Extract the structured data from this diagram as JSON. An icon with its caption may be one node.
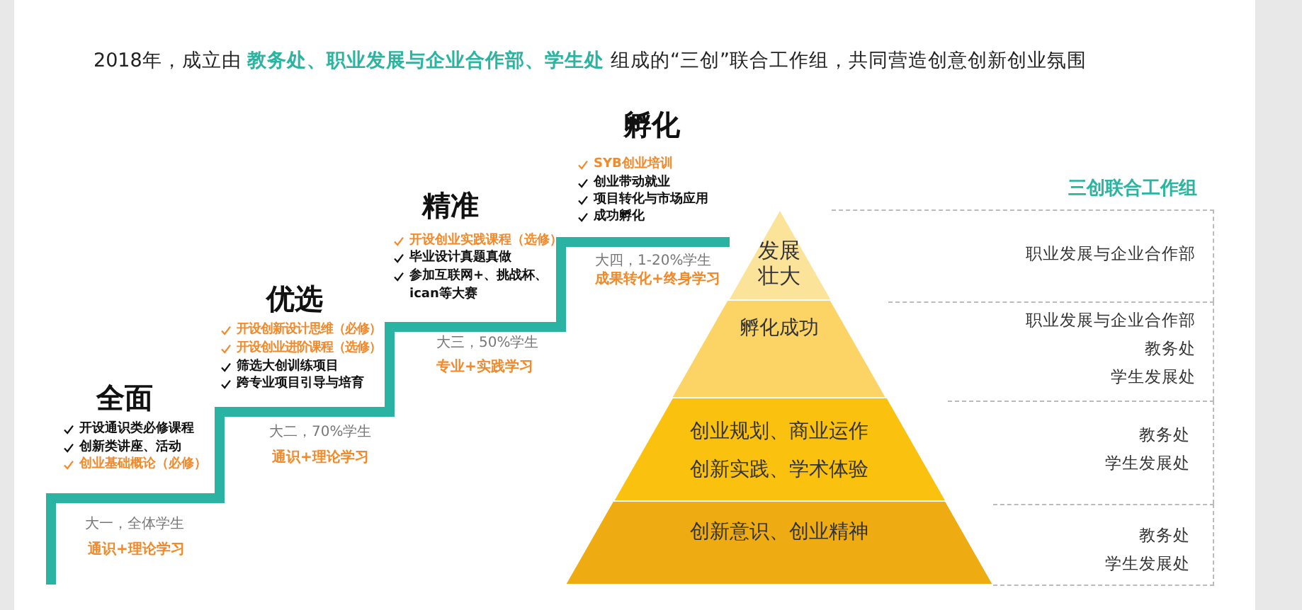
{
  "diagram": {
    "title": "2018年，成立由 **教务处、职业发展与企业合作部、学生处** 组成的“三创”联合工作组，共同营造创意创新创业氛围",
    "nodes": [
      {
        "text": [
          "发展壮大"
        ]
      },
      {
        "text": [
          "孵化成功"
        ]
      },
      {
        "text": [
          "创业规划、商业运作",
          "创新实践、学术体验"
        ]
      },
      {
        "text": [
          "创新意识、创业精神"
        ]
      },
      {
        "text": [
          "三创联合工作组"
        ]
      },
      {
        "text": [
          "职业发展与企业合作部"
        ],
        "in": 4
      },
      {
        "text": [
          "职业发展与企业合作部",
          "教务处",
          "学生发展处"
        ],
        "in": 4
      },
      {
        "text": [
          "教务处",
          "学生发展处"
        ],
        "in": 4
      },
      {
        "text": [
          "教务处",
          "学生发展处"
        ],
        "in": 4
      }
    ],
    "labels": [
      "孵化",
      "SYB创业培训",
      "创业带动就业",
      "项目转化与市场应用",
      "成功孵化",
      "精准",
      "开设创业实践课程（选修）",
      "毕业设计真题真做",
      "参加互联网+、挑战杯、ican等大赛",
      "大四，1-20%学生",
      "成果转化+终身学习",
      "优选",
      "开设创新设计思维（必修）",
      "开设创业进阶课程（选修）",
      "筛选大创训练项目",
      "跨专业项目引导与培育",
      "大三，50%学生",
      "专业+实践学习",
      "全面",
      "开设通识类必修课程",
      "创新类讲座、活动",
      "创业基础概论（必修）",
      "大二，70%学生",
      "通识+理论学习",
      "大一，全体学生",
      "通识+理论学习"
    ]
  }
}
